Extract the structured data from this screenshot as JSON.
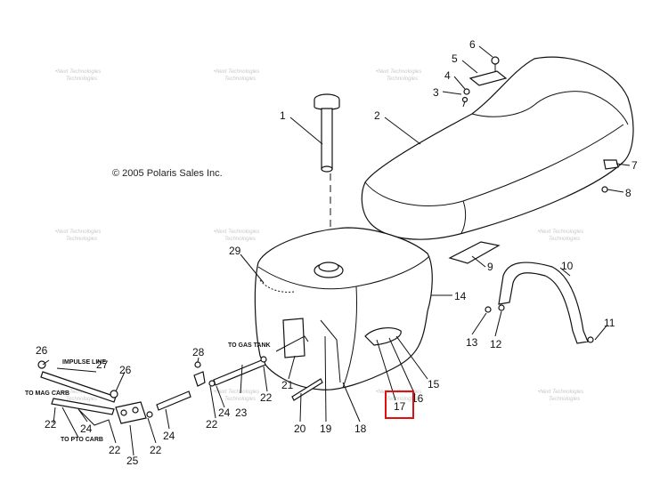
{
  "copyright": "© 2005 Polaris Sales Inc.",
  "watermark": [
    "•Next Technologies",
    "Technologies"
  ],
  "labels": {
    "impulse_line": "IMPULSE LINE",
    "to_mag_carb": "TO MAG CARB",
    "to_pto_carb": "TO PTO CARB",
    "to_gas_tank": "TO GAS TANK"
  },
  "callouts": [
    "1",
    "2",
    "3",
    "4",
    "5",
    "6",
    "7",
    "8",
    "9",
    "10",
    "11",
    "12",
    "13",
    "14",
    "15",
    "16",
    "17",
    "18",
    "19",
    "20",
    "21",
    "22",
    "23",
    "24",
    "25",
    "26",
    "27",
    "28",
    "29"
  ],
  "highlighted_callout": "17",
  "colors": {
    "line": "#111111",
    "highlight": "#e01010",
    "background": "#ffffff",
    "watermark": "#c8c8c8"
  }
}
